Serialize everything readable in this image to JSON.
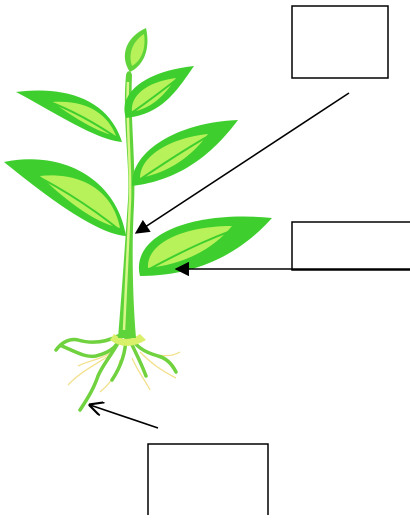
{
  "diagram": {
    "title": "",
    "colors": {
      "leaf_dark": "#3ecf2e",
      "leaf_light": "#b8f25a",
      "stem": "#6fdc3a",
      "stem_light": "#d9f78c",
      "root": "#7fd64a",
      "root_hair": "#f6e58a",
      "outline": "#000000"
    },
    "label_boxes": [
      {
        "id": "top",
        "text": ""
      },
      {
        "id": "middle",
        "text": ""
      },
      {
        "id": "bottom",
        "text": ""
      }
    ],
    "pointers": [
      {
        "from": "top",
        "to": "stem"
      },
      {
        "from": "middle",
        "to": "leaf"
      },
      {
        "from": "bottom",
        "to": "roots"
      }
    ]
  }
}
